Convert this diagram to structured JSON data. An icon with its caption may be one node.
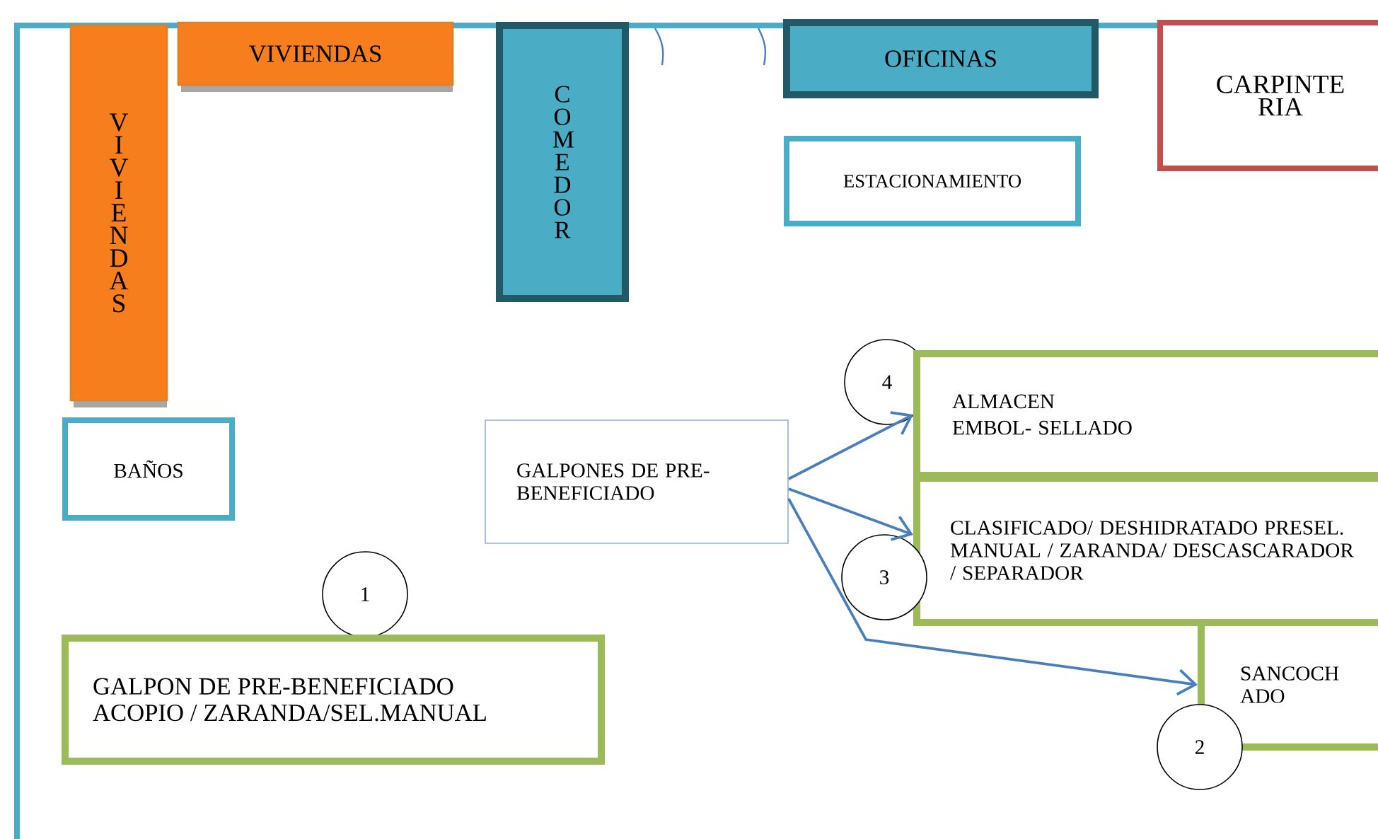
{
  "diagram": {
    "nodes": [
      {
        "text": [
          "VIVIENDAS"
        ]
      },
      {
        "text": [
          "VIVIENDAS"
        ]
      },
      {
        "text": [
          "COMEDOR"
        ]
      },
      {
        "text": [
          "OFICINAS"
        ]
      },
      {
        "text": [
          "CARPINTE RIA"
        ]
      },
      {
        "text": [
          "ESTACIONAMIENTO"
        ]
      },
      {
        "text": [
          "BAÑOS"
        ]
      },
      {
        "text": [
          "GALPONES DE PRE- BENEFICIADO"
        ]
      },
      {
        "text": [
          "1"
        ]
      },
      {
        "text": [
          "GALPON DE PRE-BENEFICIADO",
          "ACOPIO / ZARANDA/SEL.MANUAL"
        ]
      },
      {
        "text": [
          "4"
        ]
      },
      {
        "text": [
          "ALMACEN",
          "EMBOL- SELLADO"
        ]
      },
      {
        "text": [
          "CLASIFICADO/ DESHIDRATADO PRESEL. MANUAL / ZARANDA/ DESCASCARADOR / SEPARADOR"
        ]
      },
      {
        "text": [
          "3"
        ]
      },
      {
        "text": [
          "SANCOCH ADO"
        ]
      },
      {
        "text": [
          "2"
        ]
      }
    ],
    "edges": [
      {
        "from": 7,
        "to": 11,
        "arrow": "to"
      },
      {
        "from": 7,
        "to": 12,
        "arrow": "to"
      },
      {
        "from": 7,
        "to": 14,
        "arrow": "to"
      }
    ]
  }
}
